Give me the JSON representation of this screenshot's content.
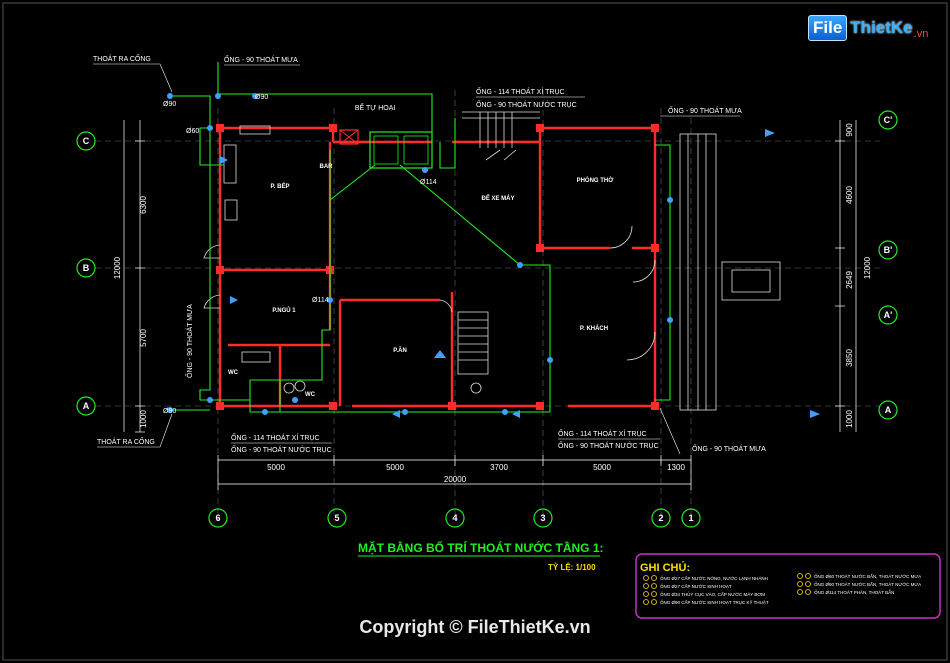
{
  "logo": {
    "file": "File",
    "name": "ThietKe",
    "domain": ".vn"
  },
  "title": {
    "main": "MẶT BẰNG BỐ TRÍ THOÁT NƯỚC TẦNG 1:",
    "scale": "TỶ LỆ: 1/100"
  },
  "rooms": {
    "kitchen": "P. BẾP",
    "bar": "BAR",
    "bed1": "P.NGỦ 1",
    "dining": "P.ĂN",
    "washer": "ĐỂ XE MÁY",
    "worship": "PHÒNG THỜ",
    "living": "P. KHÁCH",
    "wc1": "WC",
    "wc2": "WC",
    "septic": "BỂ TỰ HOẠI"
  },
  "pipe_labels": {
    "thoat_ra_cong_top": "THOÁT RA CỐNG",
    "thoat_ra_cong_bottom": "THOÁT RA CỐNG",
    "top_rain": "ỐNG - 90 THOÁT MƯA",
    "d90_a": "Ø90",
    "d90_b": "Ø90",
    "d60": "Ø60",
    "d90_c": "Ø90",
    "stack_top_1": "ỐNG - 114 THOÁT XÍ TRỤC",
    "stack_top_2": "ỐNG - 90 THOÁT NƯỚC TRỤC",
    "rain_right_top": "ỐNG - 90 THOÁT MƯA",
    "d114_a": "Ø114",
    "d114_b": "Ø114",
    "left_rain_vertical": "ỐNG - 90 THOÁT MƯA",
    "bottom_left_1": "ỐNG - 114 THOÁT XÍ TRỤC",
    "bottom_left_2": "ỐNG - 90 THOÁT NƯỚC TRỤC",
    "bottom_mid_1": "ỐNG - 114 THOÁT XÍ TRỤC",
    "bottom_mid_2": "ỐNG - 90 THOÁT NƯỚC TRỤC",
    "rain_right_bottom": "ỐNG - 90 THOÁT MƯA"
  },
  "dimensions": {
    "bottom": [
      "5000",
      "5000",
      "3700",
      "5000",
      "1300"
    ],
    "total": "20000",
    "left": [
      "6300",
      "5700",
      "1000"
    ],
    "left_total": "12000",
    "right": [
      "900",
      "4600",
      "2649",
      "3850",
      "1000"
    ],
    "right_total": "12000"
  },
  "grid_axes": {
    "bottom": [
      "6",
      "5",
      "4",
      "3",
      "2",
      "1"
    ],
    "left": [
      "C",
      "B",
      "A"
    ],
    "right": [
      "C'",
      "B'",
      "A'",
      "A"
    ]
  },
  "legend": {
    "title": "GHI CHÚ:",
    "items_left": [
      "ỐNG Ø27 CẤP NƯỚC NÓNG, NƯỚC LẠNH NHÁNH",
      "ỐNG Ø27 CẤP NƯỚC SINH HOẠT",
      "ỐNG Ø34 THỦY CỤC VÀO, CẤP NƯỚC MÁY BƠM",
      "ỐNG Ø90 CẤP NƯỚC SINH HOẠT TRỤC KỸ THUẬT"
    ],
    "items_right": [
      "ỐNG Ø60 THOÁT NƯỚC BẨN, THOÁT NƯỚC MƯA",
      "ỐNG Ø90 THOÁT NƯỚC BẨN, THOÁT NƯỚC MƯA",
      "ỐNG Ø114 THOÁT PHÂN, THOÁT BẨN"
    ]
  },
  "copyright": "Copyright © FileThietKe.vn",
  "colors": {
    "background": "#000000",
    "wall": "#ff2a2a",
    "pipe": "#22ee22",
    "dimension": "#ffffff",
    "grid_circle": "#22ee22",
    "text_white": "#ffffff",
    "legend_border": "#cc33cc",
    "title_text": "#22ee22"
  }
}
